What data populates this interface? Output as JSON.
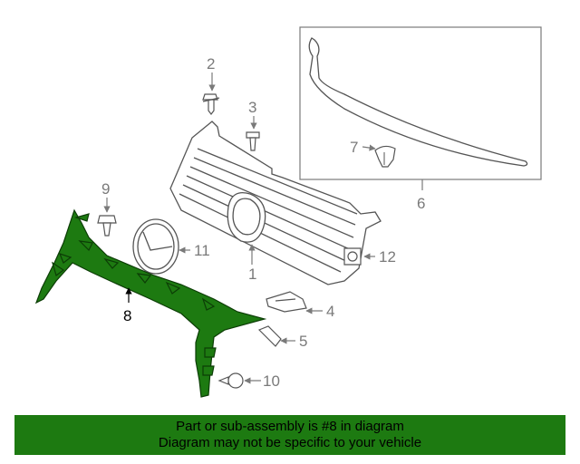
{
  "callouts": {
    "c1": "1",
    "c2": "2",
    "c3": "3",
    "c4": "4",
    "c5": "5",
    "c6": "6",
    "c7": "7",
    "c8": "8",
    "c9": "9",
    "c10": "10",
    "c11": "11",
    "c12": "12"
  },
  "banner": {
    "line1": "Part or sub-assembly is #8 in diagram",
    "line2": "Diagram may not be specific to your vehicle"
  },
  "colors": {
    "highlight_part": "#1d7a11",
    "banner_background": "#1d7a11",
    "line_art": "#7a7a7a"
  }
}
